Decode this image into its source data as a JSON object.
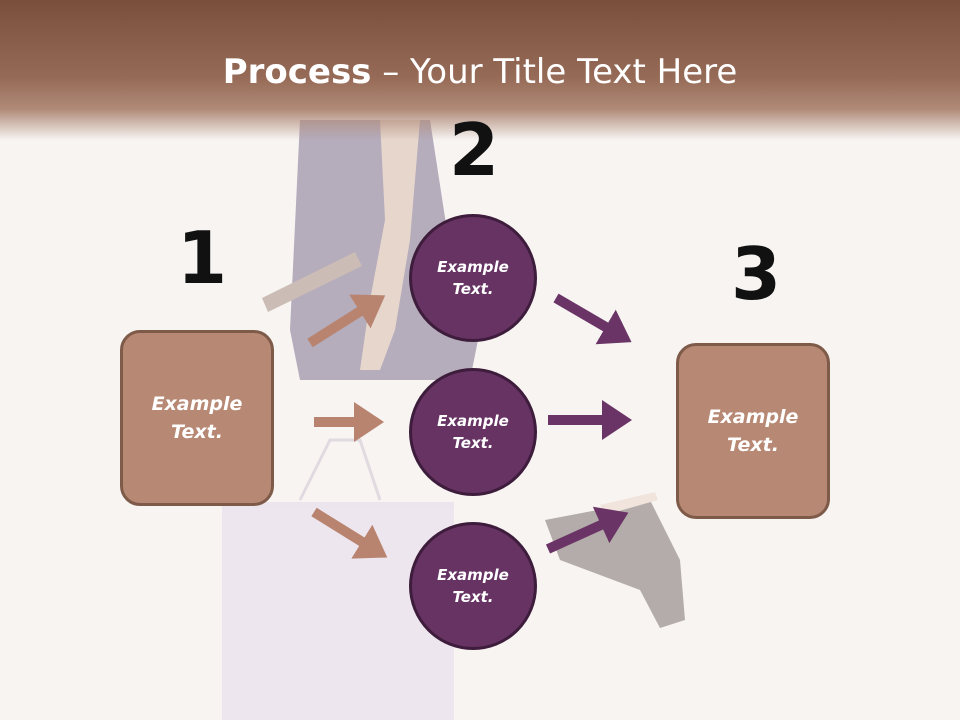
{
  "title": {
    "bold": "Process",
    "rest": " – Your Title Text Here"
  },
  "steps": {
    "one": {
      "number": "1",
      "label": "Example\nText."
    },
    "two": {
      "number": "2",
      "circles": [
        {
          "label": "Example\nText."
        },
        {
          "label": "Example\nText."
        },
        {
          "label": "Example\nText."
        }
      ]
    },
    "three": {
      "number": "3",
      "label": "Example\nText."
    }
  },
  "colors": {
    "header": "#8b5e4a",
    "box_fill": "#b78873",
    "circle_fill": "#663363",
    "arrow_left": "#b88470",
    "arrow_right": "#6a3466"
  }
}
